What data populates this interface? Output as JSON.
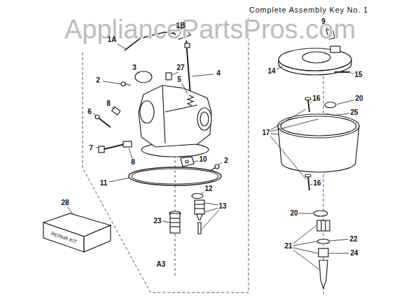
{
  "diagram": {
    "nodes": [
      {
        "text": [
          "REPAIR KIT"
        ]
      }
    ],
    "labels": [
      "AppliancePartsPros.com",
      "Complete Assembly Key No. 1",
      "1A",
      "1B",
      "2",
      "3",
      "27",
      "4",
      "5",
      "6",
      "8",
      "7",
      "8",
      "10",
      "2",
      "11",
      "12",
      "13",
      "23",
      "28",
      "A3",
      "9",
      "14",
      "15",
      "16",
      "20",
      "25",
      "17",
      "16",
      "20",
      "22",
      "21",
      "24"
    ]
  }
}
